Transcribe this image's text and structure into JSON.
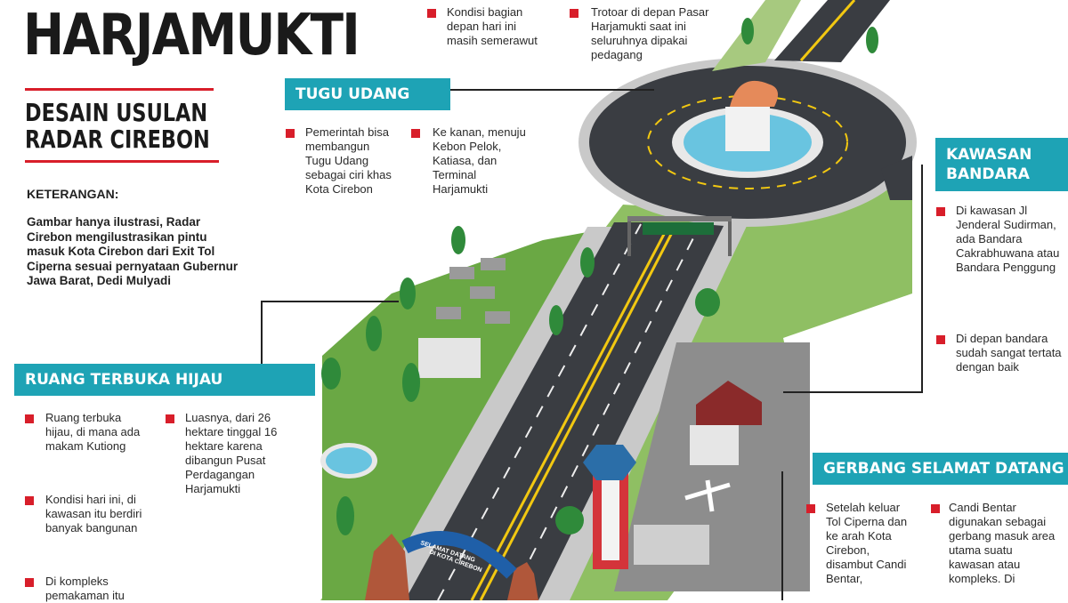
{
  "header": {
    "title": "HARJAMUKTI",
    "subtitle_line1": "DESAIN USULAN",
    "subtitle_line2": "RADAR CIREBON"
  },
  "keterangan": {
    "heading": "KETERANGAN:",
    "text": "Gambar hanya ilustrasi, Radar Cirebon mengilustrasikan pintu masuk Kota Cirebon dari Exit Tol Ciperna sesuai pernyataan Gubernur Jawa Barat, Dedi Mulyadi"
  },
  "top_notes": [
    "Kondisi bagian depan hari ini masih semerawut",
    "Trotoar di depan Pasar Harjamukti saat ini seluruhnya dipakai pedagang"
  ],
  "tugu_udang": {
    "label": "TUGU UDANG",
    "notes": [
      "Pemerintah bisa membangun Tugu Udang sebagai ciri khas Kota Cirebon",
      "Ke kanan, menuju Kebon Pelok, Katiasa, dan Terminal Harjamukti"
    ]
  },
  "kawasan_bandara": {
    "label_line1": "KAWASAN",
    "label_line2": "BANDARA",
    "notes": [
      "Di kawasan Jl Jenderal Sudirman, ada Bandara Cakrabhuwana atau Bandara Penggung",
      "Di depan bandara sudah sangat tertata dengan baik"
    ]
  },
  "rth": {
    "label": "RUANG TERBUKA HIJAU",
    "notes": [
      "Ruang terbuka hijau, di mana ada makam Kutiong",
      "Luasnya, dari 26 hektare tinggal 16 hektare karena dibangun Pusat Perdagangan Harjamukti",
      "Kondisi hari ini, di kawasan itu berdiri banyak bangunan",
      "Di kompleks pemakaman itu"
    ]
  },
  "gerbang": {
    "label": "GERBANG SELAMAT DATANG",
    "notes": [
      "Setelah keluar Tol Ciperna dan ke arah Kota Cirebon, disambut Candi Bentar,",
      "Candi Bentar digunakan sebagai gerbang masuk area utama suatu kawasan atau kompleks. Di"
    ]
  },
  "illustration": {
    "gate_text_1": "SELAMAT DATANG",
    "gate_text_2": "DI KOTA CIREBON"
  },
  "colors": {
    "accent": "#1ea3b5",
    "bullet": "#d81e2a",
    "road": "#3a3d42",
    "grass": "#4f9a3a"
  }
}
